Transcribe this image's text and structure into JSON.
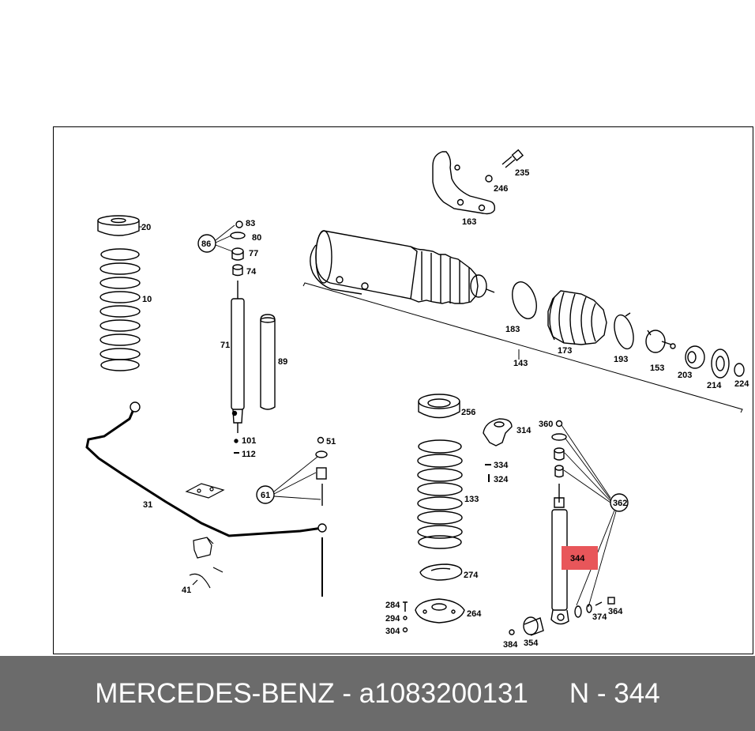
{
  "diagram": {
    "highlight_color": "#e8565a",
    "callouts": {
      "c20": "20",
      "c10": "10",
      "c83": "83",
      "c80": "80",
      "c77": "77",
      "c74": "74",
      "c86": "86",
      "c71": "71",
      "c89": "89",
      "c101": "101",
      "c112": "112",
      "c51": "51",
      "c61": "61",
      "c31": "31",
      "c41": "41",
      "c235": "235",
      "c246": "246",
      "c163": "163",
      "c183": "183",
      "c143": "143",
      "c173": "173",
      "c193": "193",
      "c153": "153",
      "c203": "203",
      "c214": "214",
      "c224": "224",
      "c256": "256",
      "c314": "314",
      "c334": "334",
      "c324": "324",
      "c133": "133",
      "c274": "274",
      "c284": "284",
      "c294": "294",
      "c304": "304",
      "c264": "264",
      "c360": "360",
      "c362": "362",
      "c344": "344",
      "c374": "374",
      "c364": "364",
      "c354": "354",
      "c384": "384"
    }
  },
  "footer": {
    "brand": "MERCEDES-BENZ",
    "separator": " - ",
    "part_number": "a1083200131",
    "diagram_ref": "N - 344",
    "background": "#6b6b6b"
  }
}
